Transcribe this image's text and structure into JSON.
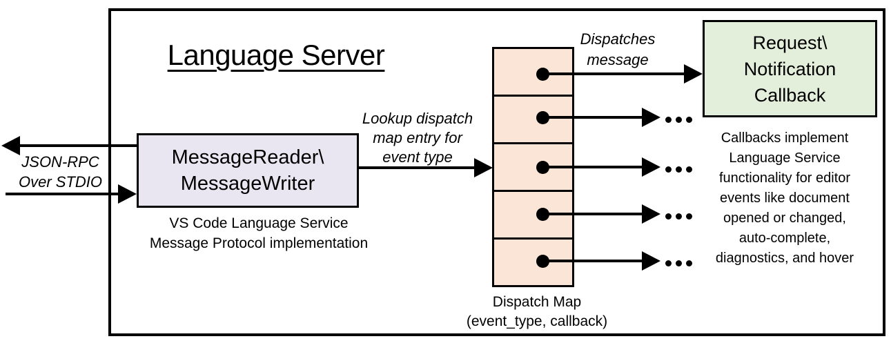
{
  "title": "Language Server",
  "io_label": {
    "line1": "JSON-RPC",
    "line2": "Over STDIO"
  },
  "reader": {
    "name_line1": "MessageReader\\",
    "name_line2": "MessageWriter",
    "caption_line1": "VS Code Language Service",
    "caption_line2": "Message Protocol implementation"
  },
  "lookup_label": {
    "line1": "Lookup dispatch",
    "line2": "map entry for",
    "line3": "event type"
  },
  "dispatches_label": {
    "line1": "Dispatches",
    "line2": "message"
  },
  "callback": {
    "line1": "Request\\",
    "line2": "Notification",
    "line3": "Callback"
  },
  "callbacks_note": {
    "lines": [
      "Callbacks implement",
      "Language Service",
      "functionality for editor",
      "events like document",
      "opened or changed,",
      "auto-complete,",
      "diagnostics, and hover"
    ]
  },
  "dispatch_map": {
    "label_line1": "Dispatch Map",
    "label_line2": "(event_type, callback)",
    "row_count": 5
  },
  "colors": {
    "stroke": "#000000",
    "reader_fill": "#e9e6f1",
    "map_fill": "#fbe5d6",
    "callback_fill": "#e3efda"
  }
}
